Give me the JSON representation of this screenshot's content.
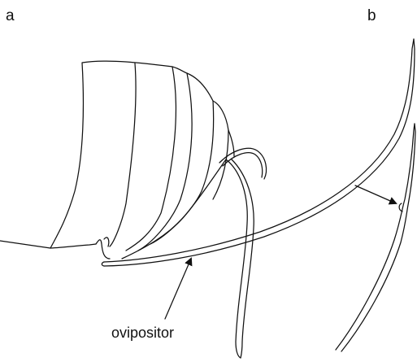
{
  "panels": {
    "a": {
      "label": "a",
      "annotation": "ovipositor"
    },
    "b": {
      "label": "b"
    }
  },
  "style": {
    "ink_color": "#111111",
    "background": "#ffffff"
  }
}
